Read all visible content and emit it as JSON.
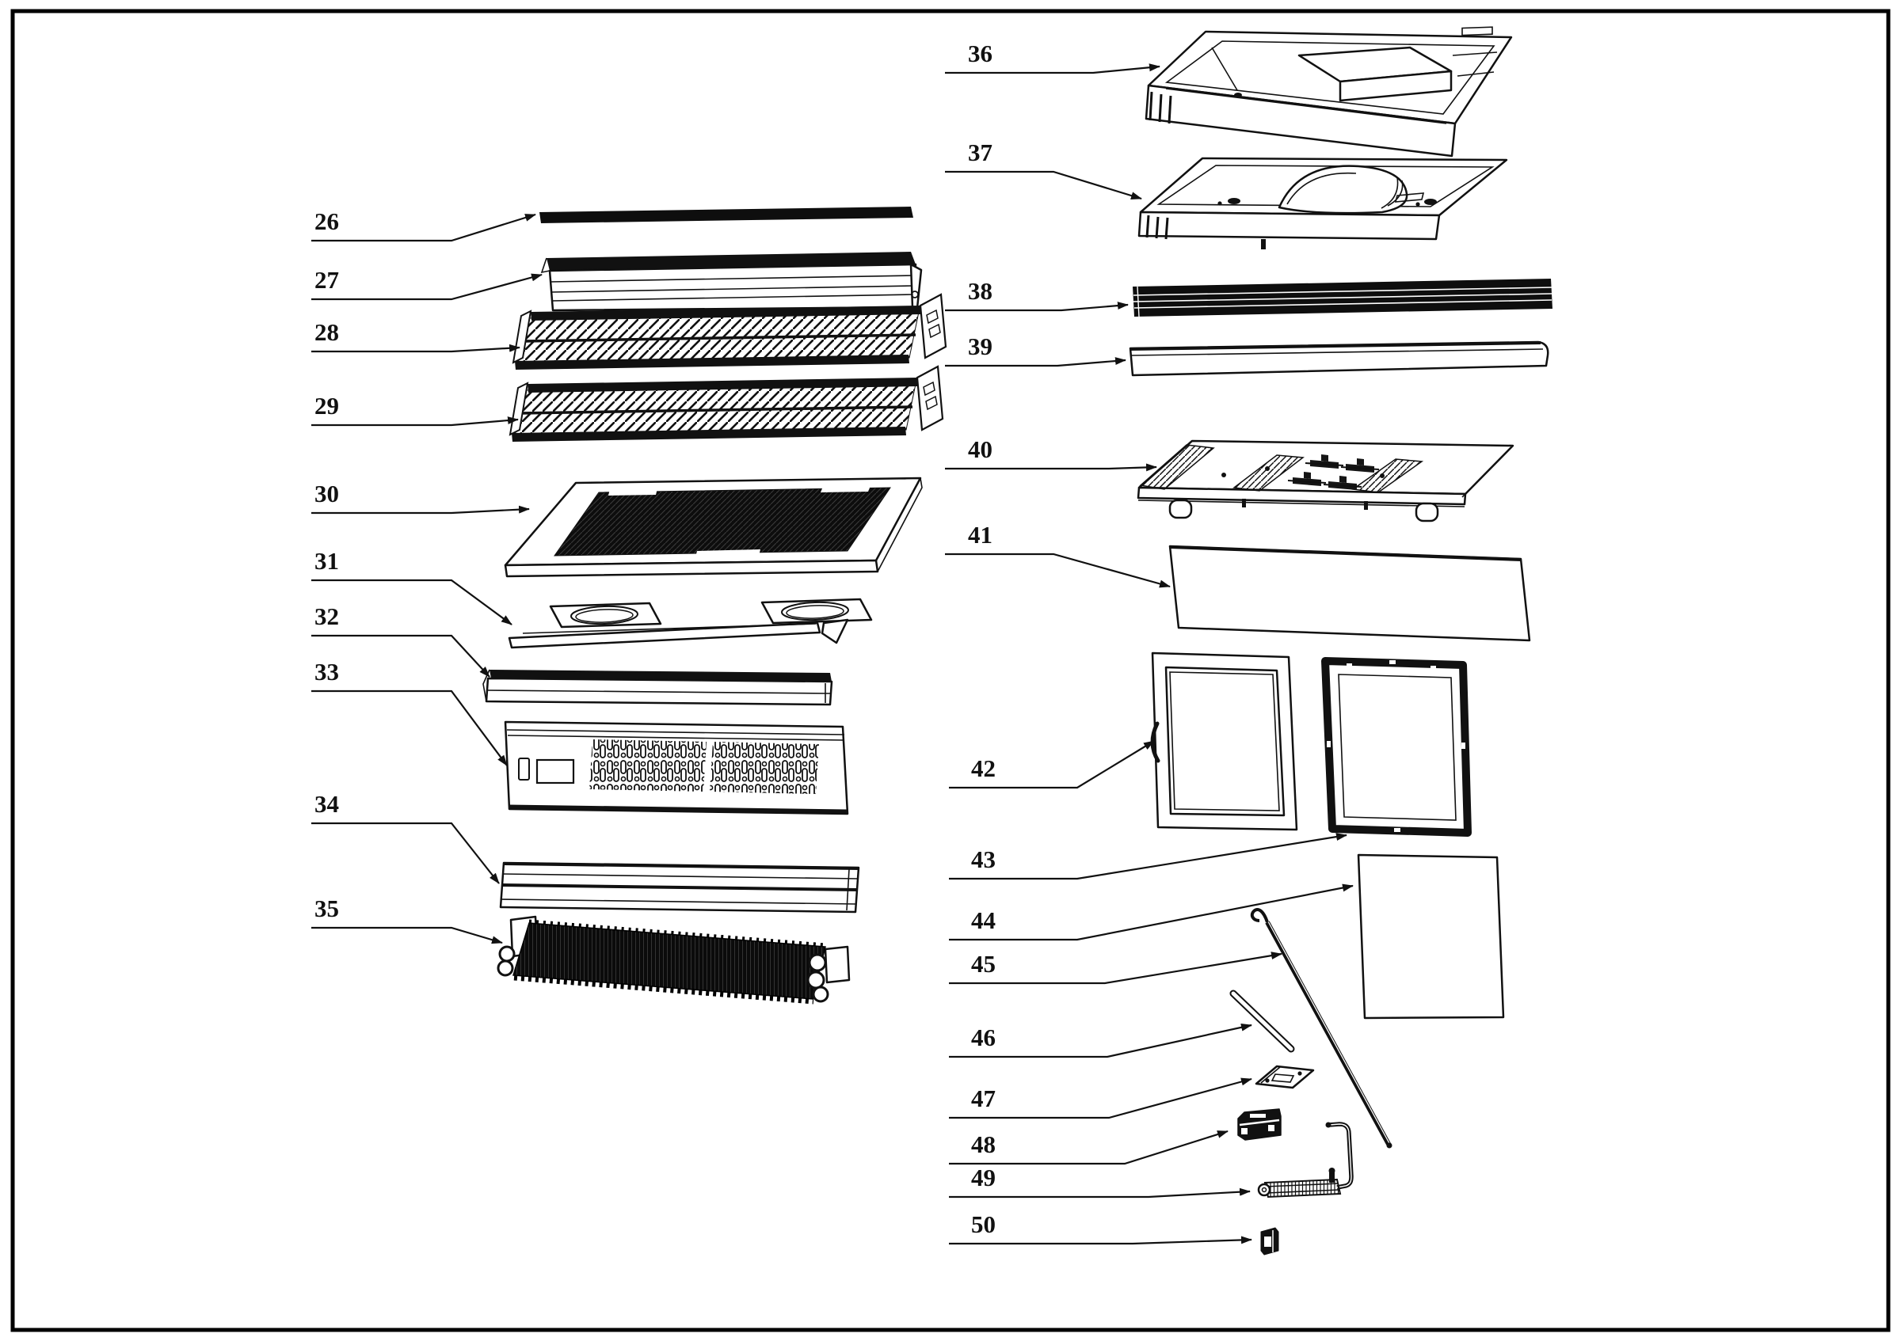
{
  "figure": {
    "background": "#ffffff",
    "ink": "#111111",
    "border_color": "#000000"
  },
  "callouts": [
    "26",
    "27",
    "28",
    "29",
    "30",
    "31",
    "32",
    "33",
    "34",
    "35",
    "36",
    "37",
    "38",
    "39",
    "40",
    "41",
    "42",
    "43",
    "44",
    "45",
    "46",
    "47",
    "48",
    "49",
    "50"
  ]
}
